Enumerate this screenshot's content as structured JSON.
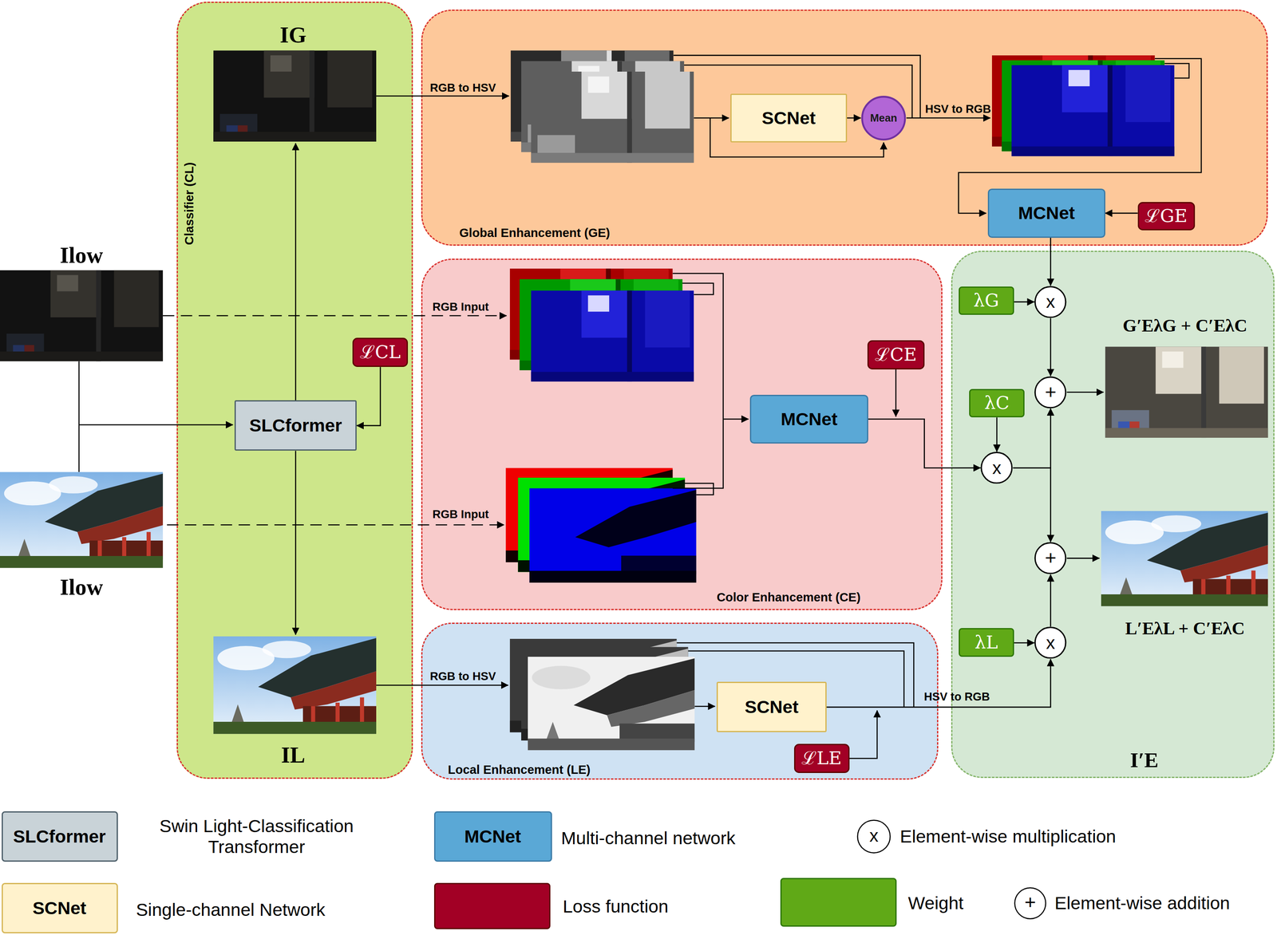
{
  "diagram": {
    "nodes": [
      {
        "text": [
          "Classifier (CL)"
        ]
      },
      {
        "text": [
          "SLCformer"
        ],
        "in": 0
      },
      {
        "text": [
          "ℒCL"
        ],
        "in": 0
      },
      {
        "text": [
          "Global Enhancement (GE)"
        ]
      },
      {
        "text": [
          "SCNet"
        ],
        "in": 3
      },
      {
        "text": [
          "Mean"
        ],
        "in": 3
      },
      {
        "text": [
          "MCNet"
        ],
        "in": 3
      },
      {
        "text": [
          "ℒGE"
        ],
        "in": 3
      },
      {
        "text": [
          "Color Enhancement (CE)"
        ]
      },
      {
        "text": [
          "MCNet"
        ],
        "in": 8
      },
      {
        "text": [
          "ℒCE"
        ],
        "in": 8
      },
      {
        "text": [
          "Local Enhancement (LE)"
        ]
      },
      {
        "text": [
          "SCNet"
        ],
        "in": 11
      },
      {
        "text": [
          "ℒLE"
        ],
        "in": 11
      },
      {
        "text": [
          "I′E"
        ]
      },
      {
        "text": [
          "λG"
        ],
        "in": 14
      },
      {
        "text": [
          "x"
        ],
        "in": 14
      },
      {
        "text": [
          "+"
        ],
        "in": 14
      },
      {
        "text": [
          "λC"
        ],
        "in": 14
      },
      {
        "text": [
          "x"
        ],
        "in": 14
      },
      {
        "text": [
          "+"
        ],
        "in": 14
      },
      {
        "text": [
          "λL"
        ],
        "in": 14
      },
      {
        "text": [
          "x"
        ],
        "in": 14
      }
    ],
    "edges": [
      {
        "from": 2,
        "to": 1,
        "arrow": "to"
      },
      {
        "from": 4,
        "to": 5,
        "arrow": "to"
      },
      {
        "from": 7,
        "to": 6,
        "arrow": "to"
      },
      {
        "from": 6,
        "to": 16,
        "arrow": "to"
      },
      {
        "from": 15,
        "to": 16,
        "arrow": "to"
      },
      {
        "from": 16,
        "to": 17,
        "arrow": "to"
      },
      {
        "from": 9,
        "to": 19,
        "arrow": "to"
      },
      {
        "from": 18,
        "to": 19,
        "arrow": "to"
      },
      {
        "from": 19,
        "to": 17,
        "arrow": "to"
      },
      {
        "from": 19,
        "to": 20,
        "arrow": "to"
      },
      {
        "from": 21,
        "to": 22,
        "arrow": "to"
      },
      {
        "from": 22,
        "to": 20,
        "arrow": "to"
      },
      {
        "from": 12,
        "to": 22,
        "label": "HSV to RGB",
        "arrow": "to"
      }
    ],
    "labels": [
      "IG",
      "Ilow",
      "Ilow",
      "IL",
      "RGB to HSV",
      "HSV to RGB",
      "RGB Input",
      "RGB Input",
      "RGB to HSV",
      "G′EλG + C′EλC",
      "L′EλL + C′EλC",
      "SLCformer",
      "SCNet",
      "MCNet",
      "x",
      "+"
    ],
    "legend": [
      {
        "text": "Swin Light-Classification Transformer",
        "color": "#c9d3d8"
      },
      {
        "text": "Multi-channel network",
        "color": "#5aa8d6"
      },
      {
        "text": "Element-wise multiplication"
      },
      {
        "text": "Single-channel Network",
        "color": "#fff2cc"
      },
      {
        "text": "Loss function",
        "color": "#a20025"
      },
      {
        "text": "Weight",
        "color": "#60a917"
      },
      {
        "text": "Element-wise addition"
      }
    ]
  }
}
